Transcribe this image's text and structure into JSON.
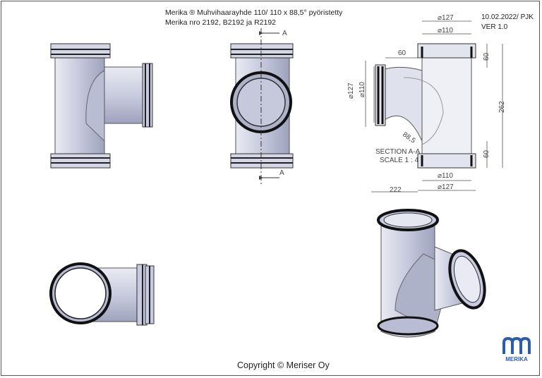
{
  "header": {
    "title_line1": "Merika ® Muhvihaarayhde 110/ 110 x 88,5° pyöristetty",
    "title_line2": "Merika nro  2192, B2192 ja R2192",
    "date_author": "10.02.2022/ PJK",
    "version": "VER 1.0"
  },
  "section_view": {
    "marker_top": "A",
    "marker_bottom": "A",
    "section_label": "SECTION A-A",
    "scale_label": "SCALE 1 : 4"
  },
  "dimensions": {
    "top_outer": "⌀127",
    "top_inner": "⌀110",
    "bottom_inner": "⌀110",
    "bottom_outer": "⌀127",
    "side_outer": "⌀127",
    "side_inner": "⌀110",
    "branch_len": "60",
    "right_top": "60",
    "right_total": "262",
    "right_bottom": "60",
    "overall_width": "222",
    "angle": "88,5"
  },
  "footer": {
    "copyright": "Copyright © Meriser Oy",
    "logo_text": "MERIKA"
  },
  "colors": {
    "pipe_fill": "#c9ccde",
    "pipe_shade": "#9ea3bd",
    "ring": "#2b2b2b",
    "brand_blue": "#2a5db0"
  }
}
